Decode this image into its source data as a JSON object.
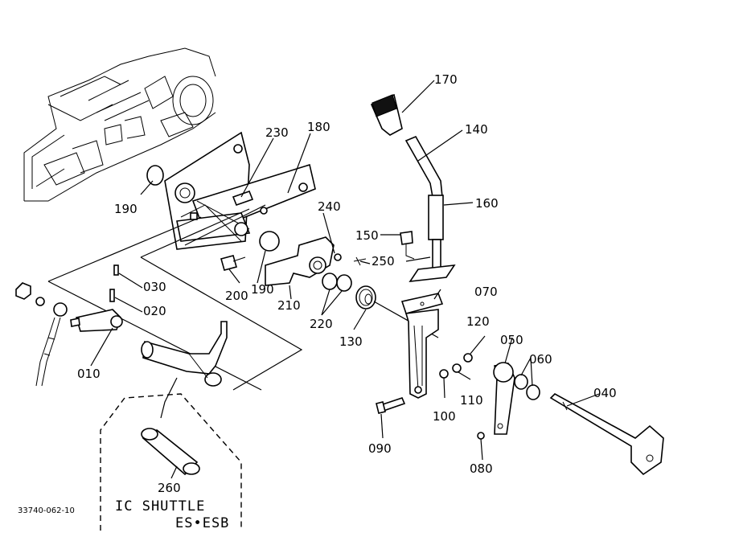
{
  "parts": {
    "p010": "010",
    "p020": "020",
    "p030": "030",
    "p040": "040",
    "p050": "050",
    "p060": "060",
    "p070": "070",
    "p080": "080",
    "p090": "090",
    "p100": "100",
    "p110": "110",
    "p120": "120",
    "p130": "130",
    "p140": "140",
    "p150": "150",
    "p160": "160",
    "p170": "170",
    "p180": "180",
    "p190a": "190",
    "p190b": "190",
    "p200": "200",
    "p210": "210",
    "p220": "220",
    "p230": "230",
    "p240": "240",
    "p250": "250",
    "p260": "260"
  },
  "variant": {
    "line1": "IC SHUTTLE",
    "line2": "ES•ESB"
  },
  "drawing_code": "33740-062-10"
}
